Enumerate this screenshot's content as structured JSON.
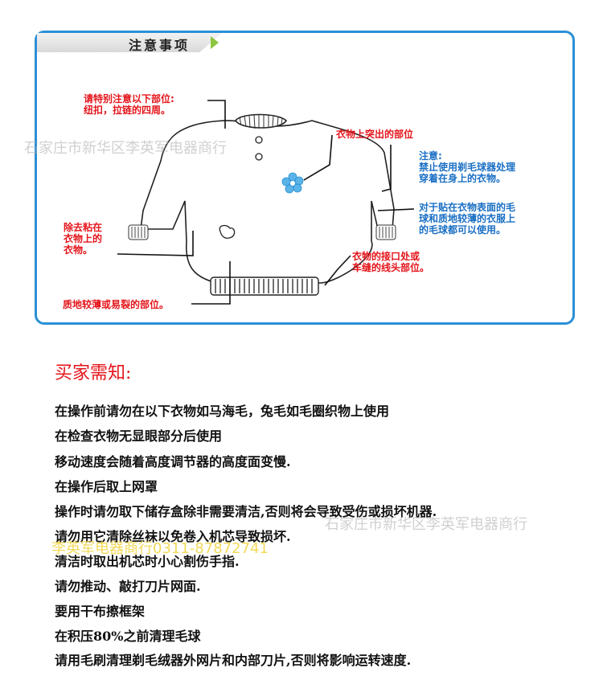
{
  "header": {
    "title": "注意事项"
  },
  "diagram": {
    "labels": {
      "attention_parts": [
        "请特别注意以下部位:",
        "纽扣，拉链的四周。"
      ],
      "protruding": "衣物上突出的部位",
      "remove_stuck": [
        "除去粘在",
        "衣物上的",
        "衣物。"
      ],
      "notice": [
        "注意:",
        "禁止使用剃毛球器处理",
        "穿着在身上的衣物。"
      ],
      "flat_items": [
        "对于贴在衣物表面的毛",
        "球和质地较薄的衣服上",
        "的毛球都可以使用。"
      ],
      "seams": [
        "衣物的接口处或",
        "车缝的线头部位。"
      ],
      "thin_fragile": "质地较薄或易裂的部位。"
    }
  },
  "buyer_notes": {
    "title": "买家需知:",
    "items": [
      "在操作前请勿在以下衣物如马海毛，兔毛如毛圈织物上使用",
      "在检查衣物无显眼部分后使用",
      "移动速度会随着高度调节器的高度面变慢.",
      "在操作后取上网罩",
      "操作时请勿取下储存盒除非需要清洁,否则将会导致受伤或损坏机器.",
      "请勿用它清除丝袜以免卷入机芯导致损坏.",
      "清洁时取出机芯时小心割伤手指.",
      "请勿推动、敲打刀片网面.",
      "要用干布擦框架",
      "在积压80%之前清理毛球",
      "请用毛刷清理剃毛绒器外网片和内部刀片,否则将影响运转速度."
    ]
  },
  "watermarks": {
    "store_top": "石家庄市新华区李英军电器商行",
    "store_mid": "石家庄市新华区李英军电器商行",
    "phone": "李英军电器商行0311-87872741"
  },
  "colors": {
    "border": "#2a8fd6",
    "red": "#e4151b",
    "blue": "#1a6fc4",
    "accent": "#8cc63f"
  }
}
